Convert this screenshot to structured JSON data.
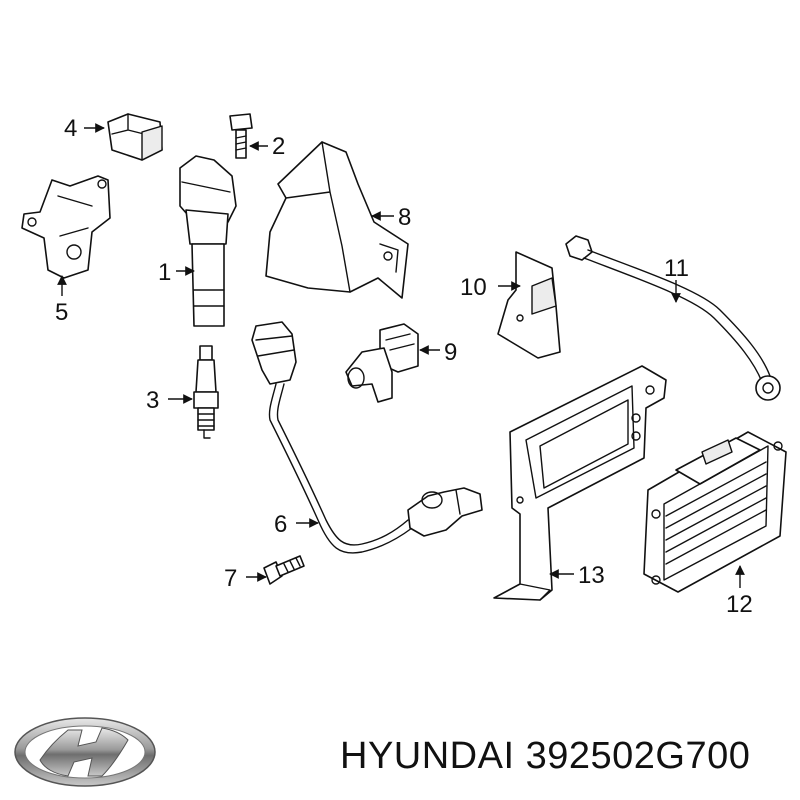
{
  "brand": "HYUNDAI",
  "part_number": "392502G700",
  "logo_icon": "hyundai-logo-icon",
  "callouts": [
    {
      "label": "1"
    },
    {
      "label": "2"
    },
    {
      "label": "3"
    },
    {
      "label": "4"
    },
    {
      "label": "5"
    },
    {
      "label": "6"
    },
    {
      "label": "7"
    },
    {
      "label": "8"
    },
    {
      "label": "9"
    },
    {
      "label": "10"
    },
    {
      "label": "11"
    },
    {
      "label": "12"
    },
    {
      "label": "13"
    }
  ]
}
